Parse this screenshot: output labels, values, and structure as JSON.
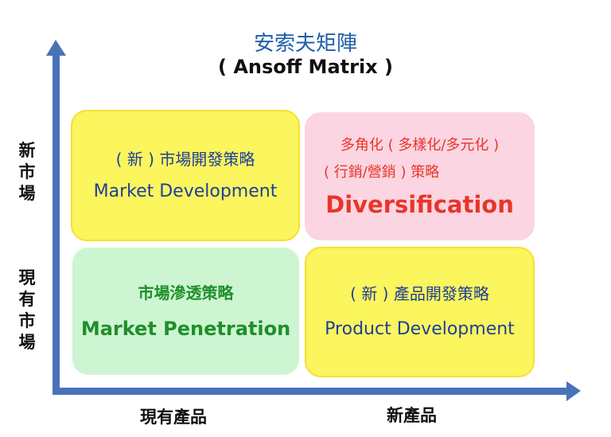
{
  "title": {
    "chinese": "安索夫矩陣",
    "english": "( Ansoff  Matrix )"
  },
  "axes": {
    "y_top": "新市場",
    "y_bottom": "現有市場",
    "x_left": "現有產品",
    "x_right": "新產品"
  },
  "quadrants": {
    "market_development": {
      "zh": "( 新 ) 市場開發策略",
      "en": "Market  Development"
    },
    "diversification": {
      "zh1": "多角化 ( 多樣化/多元化 )",
      "zh2": "( 行銷/營銷 ) 策略",
      "en": "Diversification"
    },
    "market_penetration": {
      "zh": "市場滲透策略",
      "en": "Market  Penetration"
    },
    "product_development": {
      "zh": "( 新 ) 產品開發策略",
      "en": "Product  Development"
    }
  },
  "colors": {
    "axis": "#4a72b8",
    "yellow": "#fbf55e",
    "pink": "#fbd5e1",
    "green": "#cdf5d2"
  }
}
